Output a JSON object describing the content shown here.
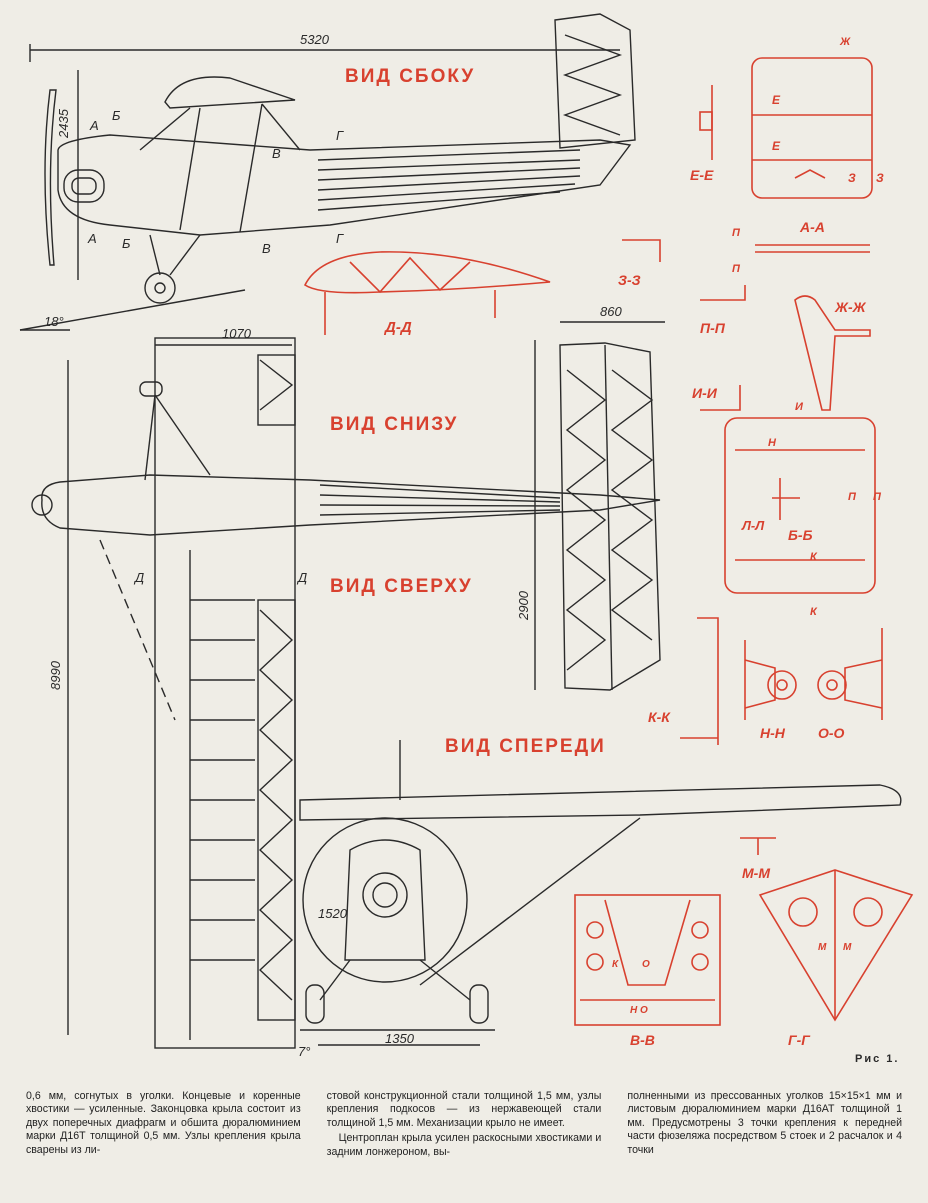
{
  "views": {
    "side": "ВИД СБОКУ",
    "bottom": "ВИД СНИЗУ",
    "top": "ВИД СВЕРХУ",
    "front": "ВИД СПЕРЕДИ"
  },
  "dimensions": {
    "length": "5320",
    "height": "2435",
    "wing_chord": "1070",
    "stab_chord": "860",
    "stab_span": "2900",
    "span": "8990",
    "prop_dia": "1520",
    "track": "1350",
    "ground_angle": "18°",
    "dihedral": "7°"
  },
  "section_marks": {
    "a": "А",
    "b": "Б",
    "v": "В",
    "g": "Г",
    "d": "Д",
    "e": "Е",
    "zh": "Ж",
    "z": "З",
    "k": "К",
    "l": "Л",
    "n": "Н",
    "o": "О",
    "p": "П",
    "i": "И",
    "m": "М"
  },
  "sections": {
    "ee": "Е-Е",
    "aa": "А-А",
    "zz": "З-З",
    "dd": "Д-Д",
    "pp": "П-П",
    "zhzh": "Ж-Ж",
    "ii": "И-И",
    "bb": "Б-Б",
    "ll": "Л-Л",
    "kk": "К-К",
    "nn": "Н-Н",
    "oo": "О-О",
    "mm": "М-М",
    "vv": "В-В",
    "gg": "Г-Г"
  },
  "caption": "Рис 1.",
  "text": {
    "col1": "0,6 мм, согнутых в уголки. Концевые и коренные хвостики — усиленные. Законцовка крыла состоит из двух поперечных диафрагм и обшита дюралюминием марки Д16Т толщиной 0,5 мм. Узлы крепления крыла сварены из ли-",
    "col2a": "стовой конструкционной стали толщиной 1,5 мм, узлы крепления подкосов — из нержавеющей стали толщиной 1,5 мм. Механизации крыло не имеет.",
    "col2b": "Центроплан крыла усилен раскосными хвостиками и задним лонжероном, вы-",
    "col3": "полненными из прессованных уголков 15×15×1 мм и листовым дюралюминием марки Д16АТ толщиной 1 мм. Предусмотрены 3 точки крепления к передней части фюзеляжа посредством 5 стоек и 2 расчалок и 4 точки"
  }
}
